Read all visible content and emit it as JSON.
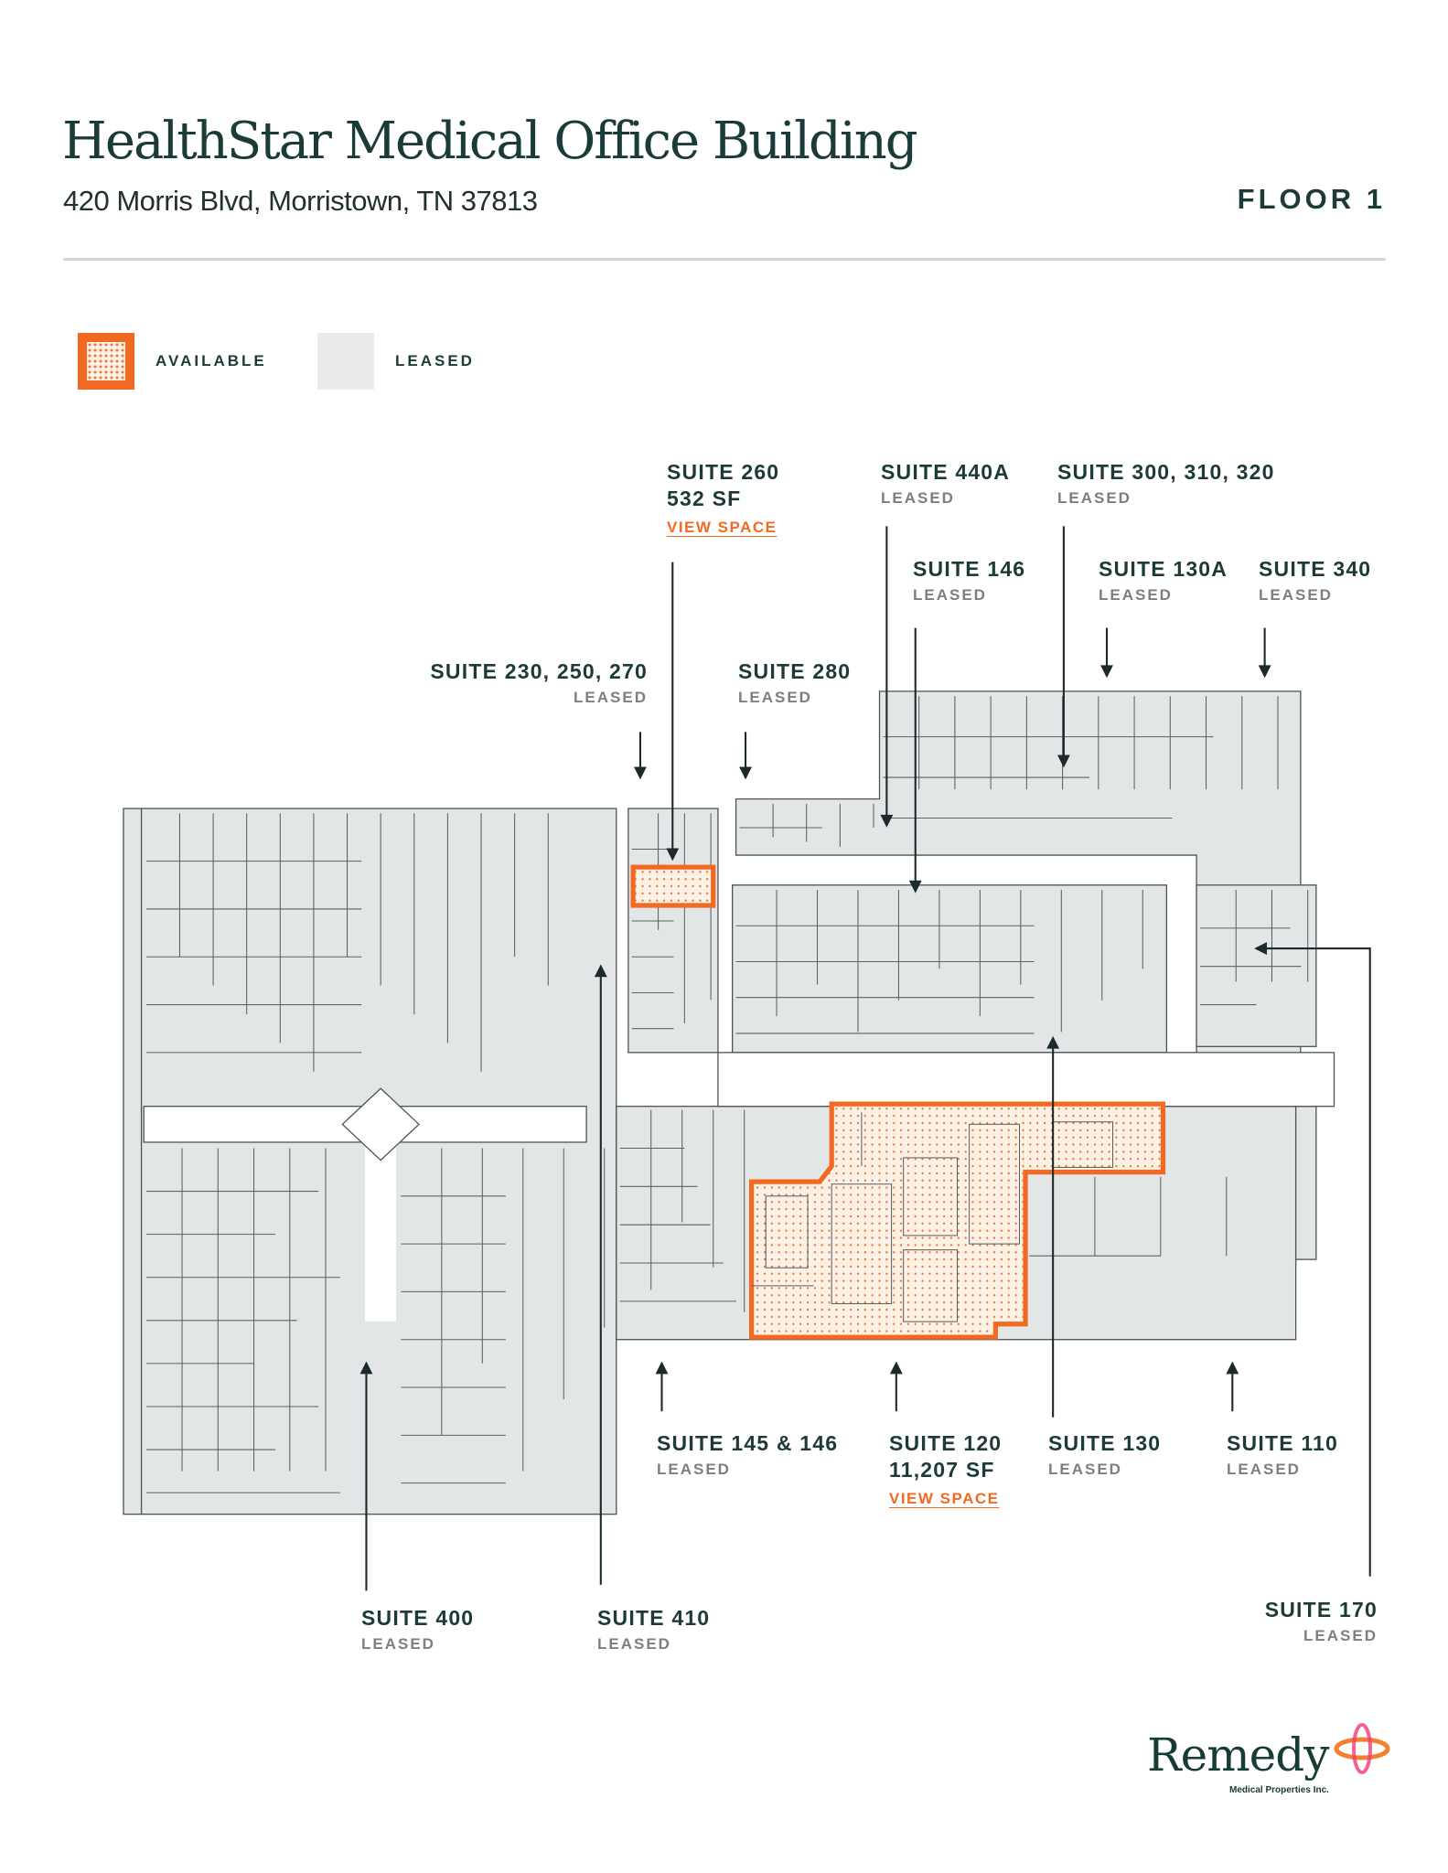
{
  "header": {
    "title": "HealthStar Medical Office Building",
    "address": "420 Morris Blvd, Morristown, TN 37813",
    "floor": "FLOOR 1"
  },
  "legend": {
    "available": "AVAILABLE",
    "leased": "LEASED"
  },
  "colors": {
    "accent": "#f26a21",
    "leased_fill": "#e3e6e6",
    "text": "#1d3a38"
  },
  "suites": {
    "s260": {
      "name": "SUITE 260",
      "line2": "532 SF",
      "link": "VIEW SPACE",
      "status": "available"
    },
    "s440a": {
      "name": "SUITE 440A",
      "line2": "LEASED"
    },
    "s300": {
      "name": "SUITE 300, 310, 320",
      "line2": "LEASED"
    },
    "s146": {
      "name": "SUITE 146",
      "line2": "LEASED"
    },
    "s130a": {
      "name": "SUITE 130A",
      "line2": "LEASED"
    },
    "s340": {
      "name": "SUITE 340",
      "line2": "LEASED"
    },
    "s230": {
      "name": "SUITE 230, 250, 270",
      "line2": "LEASED"
    },
    "s280": {
      "name": "SUITE 280",
      "line2": "LEASED"
    },
    "s145": {
      "name": "SUITE 145 & 146",
      "line2": "LEASED"
    },
    "s120": {
      "name": "SUITE 120",
      "line2": "11,207 SF",
      "link": "VIEW SPACE",
      "status": "available"
    },
    "s130": {
      "name": "SUITE 130",
      "line2": "LEASED"
    },
    "s110": {
      "name": "SUITE 110",
      "line2": "LEASED"
    },
    "s400": {
      "name": "SUITE 400",
      "line2": "LEASED"
    },
    "s410": {
      "name": "SUITE 410",
      "line2": "LEASED"
    },
    "s170": {
      "name": "SUITE 170",
      "line2": "LEASED"
    }
  },
  "logo": {
    "name": "Remedy",
    "tagline": "Medical Properties Inc."
  }
}
